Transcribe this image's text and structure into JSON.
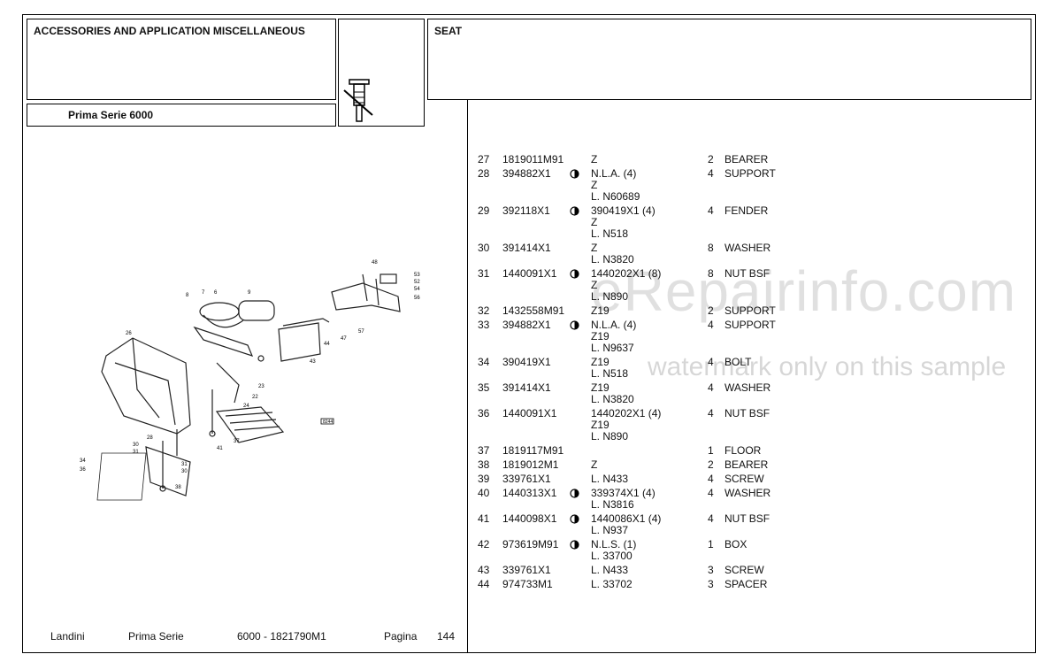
{
  "header": {
    "section_title": "ACCESSORIES AND APPLICATION MISCELLANEOUS",
    "group_title": "SEAT",
    "series": "Prima Serie  6000"
  },
  "diagram": {
    "ref_label": "8244"
  },
  "parts": [
    {
      "no": "27",
      "part": "1819011M91",
      "sym": false,
      "desc": [
        "Z"
      ],
      "qty": "2",
      "name": "BEARER"
    },
    {
      "no": "28",
      "part": "394882X1",
      "sym": true,
      "desc": [
        "N.L.A.  (4)",
        "Z",
        "L. N60689"
      ],
      "qty": "4",
      "name": "SUPPORT"
    },
    {
      "no": "29",
      "part": "392118X1",
      "sym": true,
      "desc": [
        "390419X1  (4)",
        "Z",
        "L. N518"
      ],
      "qty": "4",
      "name": "FENDER"
    },
    {
      "no": "30",
      "part": "391414X1",
      "sym": false,
      "desc": [
        "Z",
        "L. N3820"
      ],
      "qty": "8",
      "name": "WASHER"
    },
    {
      "no": "31",
      "part": "1440091X1",
      "sym": true,
      "desc": [
        "1440202X1  (8)",
        "Z",
        "L. N890"
      ],
      "qty": "8",
      "name": "NUT BSF"
    },
    {
      "no": "32",
      "part": "1432558M91",
      "sym": false,
      "desc": [
        "Z19"
      ],
      "qty": "2",
      "name": "SUPPORT"
    },
    {
      "no": "33",
      "part": "394882X1",
      "sym": true,
      "desc": [
        "N.L.A.  (4)",
        "Z19",
        "L. N9637"
      ],
      "qty": "4",
      "name": "SUPPORT"
    },
    {
      "no": "34",
      "part": "390419X1",
      "sym": false,
      "desc": [
        "Z19",
        "L. N518"
      ],
      "qty": "4",
      "name": "BOLT"
    },
    {
      "no": "35",
      "part": "391414X1",
      "sym": false,
      "desc": [
        "Z19",
        "L. N3820"
      ],
      "qty": "4",
      "name": "WASHER"
    },
    {
      "no": "36",
      "part": "1440091X1",
      "sym": false,
      "desc": [
        "1440202X1  (4)",
        "Z19",
        "L. N890"
      ],
      "qty": "4",
      "name": "NUT BSF"
    },
    {
      "no": "37",
      "part": "1819117M91",
      "sym": false,
      "desc": [
        ""
      ],
      "qty": "1",
      "name": "FLOOR"
    },
    {
      "no": "38",
      "part": "1819012M1",
      "sym": false,
      "desc": [
        "Z"
      ],
      "qty": "2",
      "name": "BEARER"
    },
    {
      "no": "39",
      "part": "339761X1",
      "sym": false,
      "desc": [
        "L. N433"
      ],
      "qty": "4",
      "name": "SCREW"
    },
    {
      "no": "40",
      "part": "1440313X1",
      "sym": true,
      "desc": [
        "339374X1  (4)",
        "L. N3816"
      ],
      "qty": "4",
      "name": "WASHER"
    },
    {
      "no": "41",
      "part": "1440098X1",
      "sym": true,
      "desc": [
        "1440086X1  (4)",
        "L. N937"
      ],
      "qty": "4",
      "name": "NUT BSF"
    },
    {
      "no": "42",
      "part": "973619M91",
      "sym": true,
      "desc": [
        "N.L.S.  (1)",
        "L. 33700"
      ],
      "qty": "1",
      "name": "BOX"
    },
    {
      "no": "43",
      "part": "339761X1",
      "sym": false,
      "desc": [
        "L. N433"
      ],
      "qty": "3",
      "name": "SCREW"
    },
    {
      "no": "44",
      "part": "974733M1",
      "sym": false,
      "desc": [
        "L. 33702"
      ],
      "qty": "3",
      "name": "SPACER"
    }
  ],
  "footer": {
    "brand": "Landini",
    "series": "Prima Serie",
    "model": "6000 - 1821790M1",
    "page_label": "Pagina",
    "page_number": "144"
  },
  "watermark": {
    "line1": "eRepairinfo.com",
    "line2": "watermark only on this sample"
  }
}
